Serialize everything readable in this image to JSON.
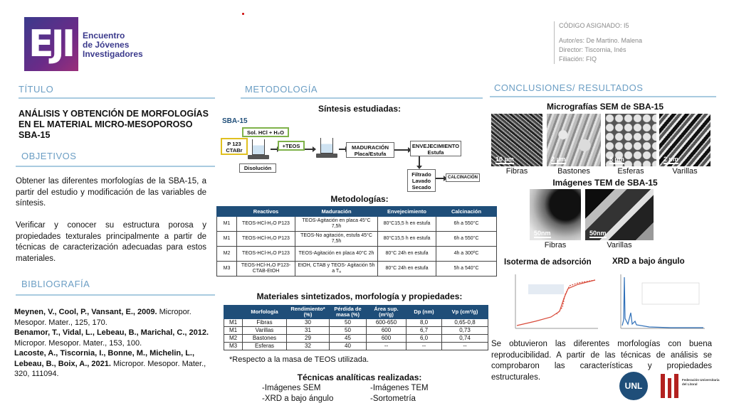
{
  "logo": {
    "glyph": "EJI",
    "line1": "Encuentro",
    "line2": "de Jóvenes",
    "line3": "Investigadores"
  },
  "info": {
    "codigo": "CÓDIGO ASIGNADO: I5",
    "autor": "Autor/es: De Martino. Malena",
    "director": "Director: Tiscornia, Inés",
    "filiacion": "Filiación: FIQ"
  },
  "titulo": {
    "heading": "TÍTULO",
    "text": "ANÁLISIS Y OBTENCIÓN DE MORFOLOGÍAS EN EL MATERIAL MICRO-MESOPOROSO SBA-15"
  },
  "objetivos": {
    "heading": "OBJETIVOS",
    "p1": "Obtener las diferentes morfologías de la SBA-15, a partir del estudio y modificación de las variables de síntesis.",
    "p2": "Verificar y conocer su estructura porosa y propiedades texturales principalmente a partir de técnicas de caracterización adecuadas para estos materiales."
  },
  "bibliografia": {
    "heading": "BIBLIOGRAFÍA",
    "refs": [
      {
        "authors": "Meynen, V., Cool, P., Vansant, E., 2009.",
        "rest": " Micropor. Mesopor. Mater., 125, 170."
      },
      {
        "authors": "Benamor, T., Vidal, L., Lebeau, B., Marichal, C., 2012.",
        "rest": " Micropor. Mesopor. Mater., 153, 100."
      },
      {
        "authors": "Lacoste, A., Tiscornia, I., Bonne, M., Michelin, L., Lebeau, B., Boix, A., 2021.",
        "rest": " Micropor. Mesopor. Mater., 320, 111094."
      }
    ]
  },
  "metodologia": {
    "heading": "METODOLOGÍA",
    "sintesis_title": "Síntesis estudiadas:",
    "diagram": {
      "sba": "SBA-15",
      "sol": "Sol. HCl + H₂O",
      "p123": "P 123",
      "ctabr": "CTABr",
      "teos": "+TEOS",
      "disolucion": "Disolución",
      "maduracion1": "MADURACIÓN",
      "maduracion2": "Placa/Estufa",
      "envejecimiento1": "ENVEJECIMIENTO",
      "envejecimiento2": "Estufa",
      "filtrado1": "Filtrado",
      "filtrado2": "Lavado",
      "filtrado3": "Secado",
      "calcinacion": "CALCINACIÓN"
    },
    "metodologias_title": "Metodologías:",
    "met_headers": [
      "",
      "Reactivos",
      "Maduración",
      "Envejecimiento",
      "Calcinación"
    ],
    "met_rows": [
      [
        "M1",
        "TEOS-HCl-H₂O P123",
        "TEOS-Agitación en placa 45°C 7,5h",
        "80°C15,5 h en estufa",
        "6h a 550°C"
      ],
      [
        "M1",
        "TEOS-HCl-H₂O P123",
        "TEOS-No agitación, estufa 45°C 7,5h",
        "80°C15,5 h en estufa",
        "6h a 550°C"
      ],
      [
        "M2",
        "TEOS-HCl-H₂O P123",
        "TEOS-Agitación en placa 40°C 2h",
        "80°C 24h en estufa",
        "4h a 300ºC"
      ],
      [
        "M3",
        "TEOS-HCl-H₂O P123-CTAB-EtOH",
        "EtOH, CTAB y TEOS- Agitación 5h a Tₐ",
        "80°C 24h en estufa",
        "5h a 540°C"
      ]
    ],
    "materiales_title": "Materiales sintetizados, morfología y propiedades:",
    "mat_headers": [
      "",
      "Morfología",
      "Rendimiento* (%)",
      "Pérdida de masa (%)",
      "Área sup. (m²/g)",
      "Dp (nm)",
      "Vp (cm³/g)"
    ],
    "mat_rows": [
      [
        "M1",
        "Fibras",
        "30",
        "50",
        "600-650",
        "8,0",
        "0,65-0,8"
      ],
      [
        "M1",
        "Varillas",
        "31",
        "50",
        "600",
        "6,7",
        "0,73"
      ],
      [
        "M2",
        "Bastones",
        "29",
        "45",
        "600",
        "6,0",
        "0,74"
      ],
      [
        "M3",
        "Esferas",
        "32",
        "40",
        "--",
        "--",
        "--"
      ]
    ],
    "note": "*Respecto a la masa de TEOS utilizada.",
    "tecnicas_title": "Técnicas analíticas realizadas:",
    "tecnicas": [
      "-Imágenes SEM",
      "-Imágenes TEM",
      "-XRD a bajo ángulo",
      "-Sortometría"
    ]
  },
  "conclusiones": {
    "heading": "CONCLUSIONES/ RESULTADOS",
    "sem_title": "Micrografías SEM de SBA-15",
    "sem": [
      {
        "caption": "Fibras",
        "scale": "10 µm"
      },
      {
        "caption": "Bastones",
        "scale": "2 µm"
      },
      {
        "caption": "Esferas",
        "scale": "8 µm"
      },
      {
        "caption": "Varillas",
        "scale": "2 µm"
      }
    ],
    "tem_title": "Imágenes TEM de SBA-15",
    "tem": [
      {
        "caption": "Fibras",
        "scale": "50nm"
      },
      {
        "caption": "Varillas",
        "scale": "50nm"
      }
    ],
    "iso_title": "Isoterma de adsorción",
    "xrd_title": "XRD a bajo ángulo",
    "text": "Se obtuvieron las diferentes morfologías con buena reproducibilidad. A partir de las técnicas de análisis se comprobaron las características y propiedades estructurales."
  },
  "footer_logos": {
    "unl": "UNL",
    "feu": "Federación Universitaria del Litoral"
  },
  "colors": {
    "section": "#6b9ec4",
    "table_header": "#1f4e79",
    "brand": "#3b3a8c"
  }
}
